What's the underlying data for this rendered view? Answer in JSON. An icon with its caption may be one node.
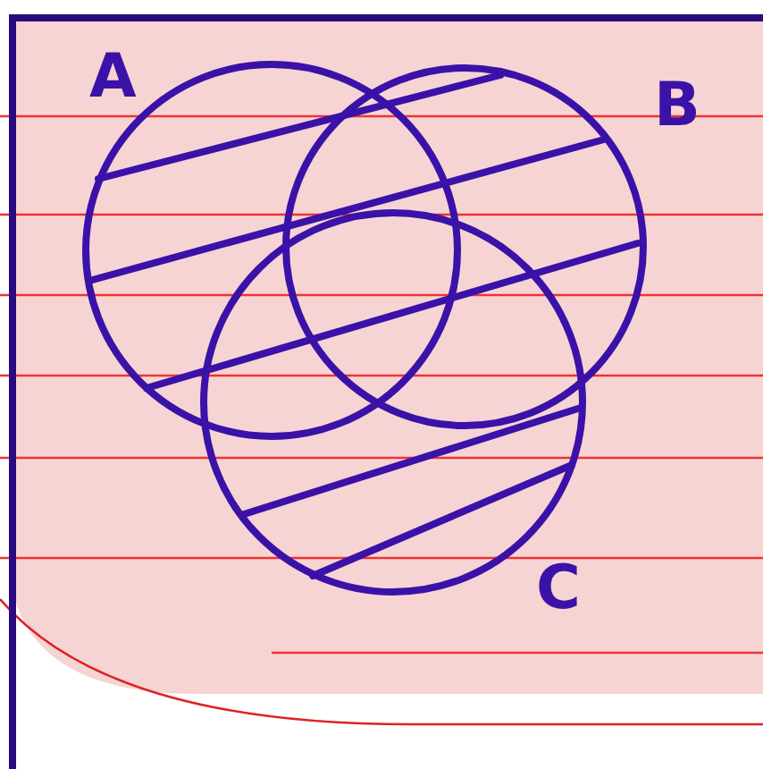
{
  "diagram": {
    "nodes": [
      {
        "text": [
          "A"
        ]
      },
      {
        "text": [
          "B"
        ]
      },
      {
        "text": [
          "C"
        ]
      }
    ]
  }
}
